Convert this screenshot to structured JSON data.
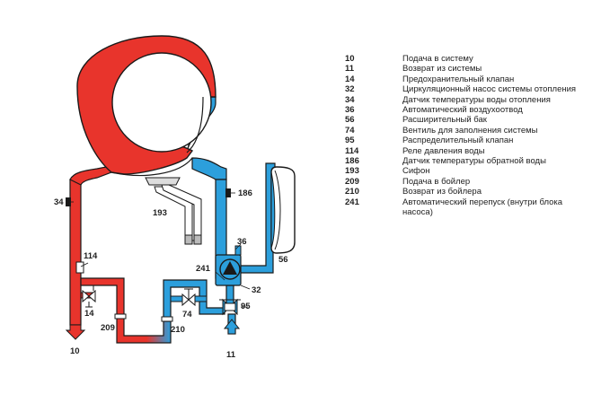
{
  "colors": {
    "supply": "#e8342c",
    "return": "#2c9fdc",
    "outline": "#1a1a1a",
    "text": "#222222",
    "gray": "#9a9a9a"
  },
  "diagram_labels": {
    "l34": "34",
    "l186": "186",
    "l193": "193",
    "l36": "36",
    "l114": "114",
    "l241": "241",
    "l56": "56",
    "l32": "32",
    "l74": "74",
    "l95": "95",
    "l14": "14",
    "l209": "209",
    "l210": "210",
    "l10": "10",
    "l11": "11"
  },
  "legend": [
    {
      "num": "10",
      "text": "Подача в систему"
    },
    {
      "num": "11",
      "text": "Возврат из системы"
    },
    {
      "num": "14",
      "text": "Предохранительный клапан"
    },
    {
      "num": "32",
      "text": "Циркуляционный насос системы отопления"
    },
    {
      "num": "34",
      "text": "Датчик температуры воды отопления"
    },
    {
      "num": "36",
      "text": "Автоматический воздухоотвод"
    },
    {
      "num": "56",
      "text": "Расширительный бак"
    },
    {
      "num": "74",
      "text": "Вентиль для заполнения системы"
    },
    {
      "num": "95",
      "text": "Распределительный клапан"
    },
    {
      "num": "114",
      "text": "Реле давления воды"
    },
    {
      "num": "186",
      "text": "Датчик температуры обратной воды"
    },
    {
      "num": "193",
      "text": "Сифон"
    },
    {
      "num": "209",
      "text": "Подача в бойлер"
    },
    {
      "num": "210",
      "text": "Возврат из бойлера"
    },
    {
      "num": "241",
      "text": "Автоматический перепуск (внутри блока насоса)"
    }
  ]
}
